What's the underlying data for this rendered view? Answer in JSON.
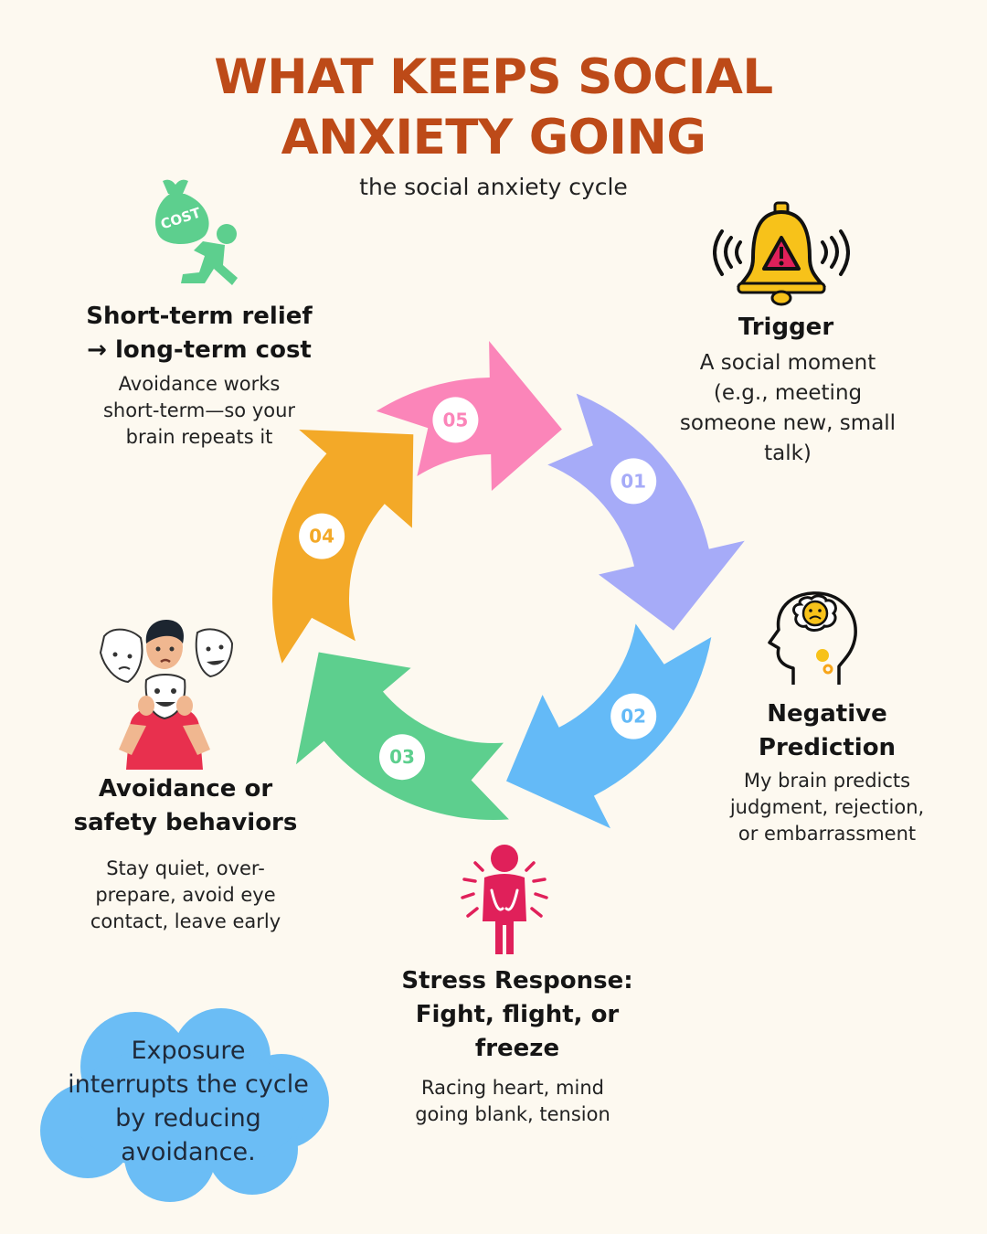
{
  "title_line1": "WHAT KEEPS SOCIAL",
  "title_line2": "ANXIETY GOING",
  "subtitle": "the social anxiety cycle",
  "steps": [
    {
      "num": "01",
      "color": "#a6abf8",
      "heading": [
        "Trigger"
      ],
      "description": [
        "A social moment",
        "(e.g., meeting",
        "someone new, small",
        "talk)"
      ],
      "icon": "alarm-bell-icon"
    },
    {
      "num": "02",
      "color": "#64baf7",
      "heading": [
        "Negative",
        "Prediction"
      ],
      "description": [
        "My brain predicts",
        "judgment, rejection,",
        "or embarrassment"
      ],
      "icon": "worried-thought-head-icon"
    },
    {
      "num": "03",
      "color": "#5dcf8e",
      "heading": [
        "Stress Response:",
        "Fight, flight, or",
        "freeze"
      ],
      "description": [
        "Racing heart, mind",
        "going blank, tension"
      ],
      "icon": "stressed-person-icon"
    },
    {
      "num": "04",
      "color": "#f3a928",
      "heading": [
        "Avoidance or",
        "safety behaviors"
      ],
      "description": [
        "Stay quiet, over-",
        "prepare, avoid eye",
        "contact, leave early"
      ],
      "icon": "person-with-masks-icon"
    },
    {
      "num": "05",
      "color": "#fb85b9",
      "heading": [
        "Short-term relief",
        "→ long-term cost"
      ],
      "description": [
        "Avoidance works",
        "short-term—so your",
        "brain repeats it"
      ],
      "icon": "burden-cost-bag-icon",
      "icon_label": "COST"
    }
  ],
  "callout": {
    "text": [
      "Exposure",
      "interrupts the cycle",
      "by reducing",
      "avoidance."
    ],
    "color": "#6bbdf5"
  }
}
